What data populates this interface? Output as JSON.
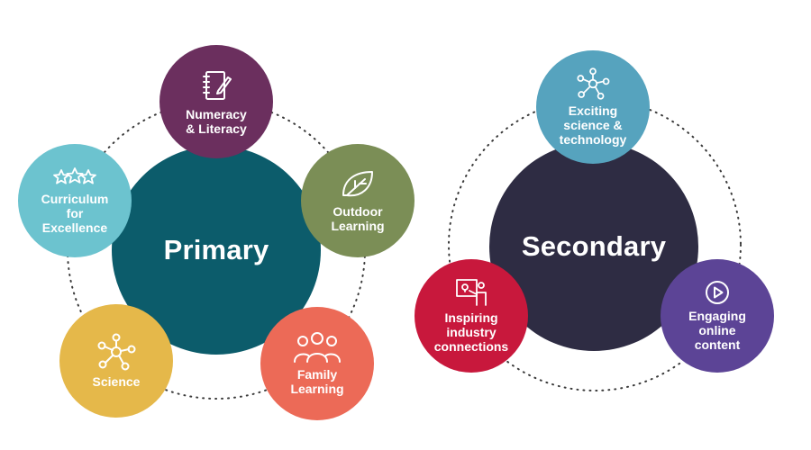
{
  "colors": {
    "primary_hub": "#0c5c6b",
    "secondary_hub": "#2e2c43",
    "numeracy": "#6b2f5e",
    "outdoor": "#7b8e56",
    "family": "#ec6a57",
    "science": "#e5b84a",
    "curriculum": "#6cc3cf",
    "exciting": "#56a3be",
    "inspiring": "#c8183c",
    "engaging": "#5c4496"
  },
  "primary": {
    "title": "Primary",
    "nodes": {
      "numeracy": {
        "label": "Numeracy\n& Literacy",
        "icon": "notebook-pencil-icon"
      },
      "outdoor": {
        "label": "Outdoor\nLearning",
        "icon": "leaf-icon"
      },
      "family": {
        "label": "Family\nLearning",
        "icon": "people-group-icon"
      },
      "science": {
        "label": "Science",
        "icon": "network-icon"
      },
      "curriculum": {
        "label": "Curriculum\nfor\nExcellence",
        "icon": "stars-icon"
      }
    }
  },
  "secondary": {
    "title": "Secondary",
    "nodes": {
      "exciting": {
        "label": "Exciting\nscience &\ntechnology",
        "icon": "network-icon"
      },
      "inspiring": {
        "label": "Inspiring\nindustry\nconnections",
        "icon": "presenter-icon"
      },
      "engaging": {
        "label": "Engaging\nonline\ncontent",
        "icon": "play-icon"
      }
    }
  }
}
